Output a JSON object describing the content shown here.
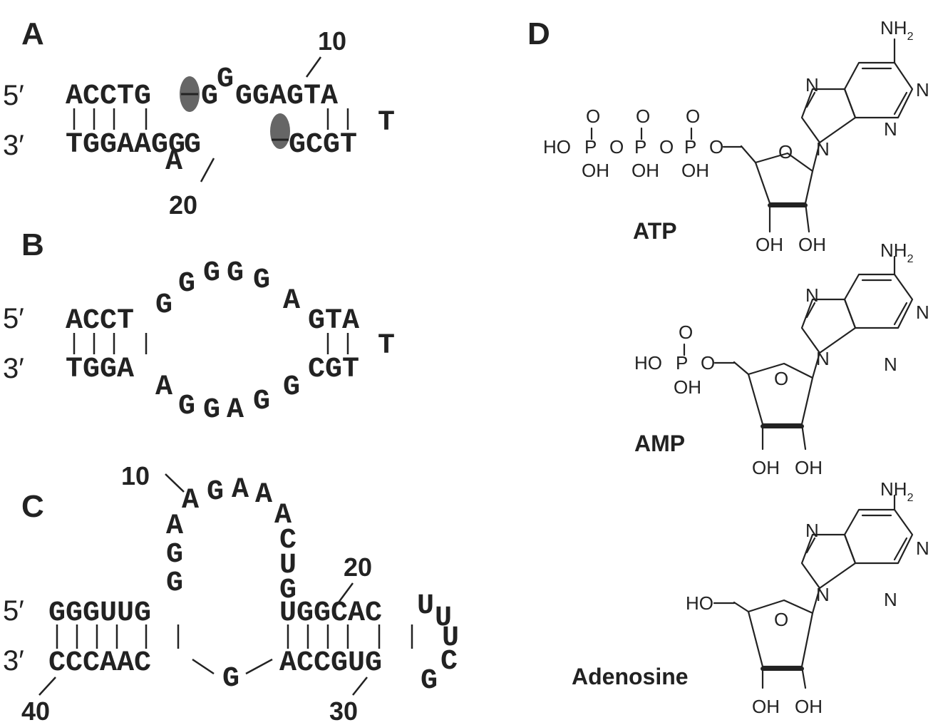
{
  "panels": {
    "A": {
      "label": "A",
      "prime5": "5′",
      "prime3": "3′",
      "top_seq_1": "ACCTG",
      "top_bulge": "G",
      "top_seq_2": "GGAGTA",
      "top_g_bridge": "G",
      "loop_t": "T",
      "bottom_seq_1": "TGGAAGG",
      "bottom_bulge": "A",
      "bottom_g": "G",
      "bottom_seq_2": "GCGT",
      "num_10": "10",
      "num_20": "20"
    },
    "B": {
      "label": "B",
      "prime5": "5′",
      "prime3": "3′",
      "top_stem": "ACCT",
      "top_loop": [
        "G",
        "G",
        "G",
        "G",
        "G",
        "A"
      ],
      "top_right": "GTA",
      "loop_t": "T",
      "bottom_stem": "TGGA",
      "bottom_loop": [
        "A",
        "G",
        "G",
        "A",
        "G",
        "G"
      ],
      "bottom_right": "CGT"
    },
    "C": {
      "label": "C",
      "prime5": "5′",
      "prime3": "3′",
      "stem1_top": "GGGUUG",
      "stem1_bottom": "CCCAAC",
      "left_arm": [
        "A",
        "G",
        "G"
      ],
      "loop_top": [
        "A",
        "G",
        "A",
        "A"
      ],
      "right_arm": [
        "A",
        "C",
        "U",
        "G"
      ],
      "linker": "G",
      "stem2_top": "UGGCAC",
      "stem2_bottom": "ACCGUG",
      "hairpin": [
        "U",
        "U",
        "U",
        "C",
        "G"
      ],
      "num_10": "10",
      "num_20": "20",
      "num_30": "30",
      "num_40": "40"
    },
    "D": {
      "label": "D",
      "molecules": [
        {
          "name": "ATP",
          "phosphate_top": [
            "O",
            "O",
            "O"
          ],
          "phosphate_chain": [
            "HO",
            "P",
            "O",
            "P",
            "O",
            "P",
            "O"
          ],
          "phosphate_bottom": [
            "OH",
            "OH",
            "OH"
          ]
        },
        {
          "name": "AMP",
          "phosphate_top": [
            "O"
          ],
          "phosphate_chain": [
            "HO",
            "P",
            "O"
          ],
          "phosphate_bottom": [
            "OH"
          ]
        },
        {
          "name": "Adenosine",
          "hydroxyl": "HO"
        }
      ],
      "ring_labels": {
        "amine": "NH",
        "amine_sub": "2",
        "n": "N",
        "o": "O",
        "oh": "OH"
      }
    }
  }
}
